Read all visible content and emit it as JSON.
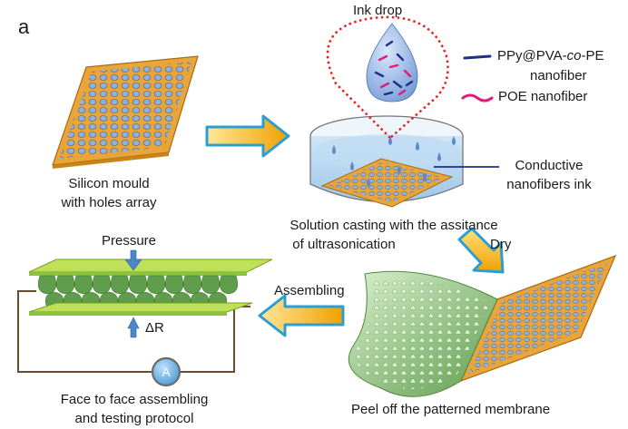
{
  "panel_label": "a",
  "ink_drop": {
    "title": "Ink drop",
    "legend": [
      {
        "line1": "PPy@PVA-",
        "italic": "co",
        "line1_end": "-PE",
        "line2": "nanofiber",
        "color": "#1f2e86"
      },
      {
        "line1": "POE nanofiber",
        "color": "#e3197a"
      }
    ]
  },
  "mould": {
    "line1": "Silicon mould",
    "line2": "with holes array"
  },
  "ink_label": {
    "line1": "Conductive",
    "line2": "nanofibers ink"
  },
  "casting": {
    "line1": "Solution casting with the assitance",
    "line2": "of ultrasonication"
  },
  "dry_label": "Dry",
  "assembling_label": "Assembling",
  "peel_label": "Peel off the patterned membrane",
  "pressure_label": "Pressure",
  "delta_r_label": "ΔR",
  "ammeter_label": "A",
  "face_label": {
    "line1": "Face to face assembling",
    "line2": "and testing protocol"
  },
  "colors": {
    "mould_orange": "#f2a93b",
    "hole_blue": "#8fb0d8",
    "arrow_yellow": "#f7b21a",
    "arrow_blue": "#2a9fd6",
    "membrane_green": "#6fae5c",
    "plate_green": "#9ed142",
    "ammeter_blue": "#4aa3e0",
    "dotted_red": "#e32222"
  }
}
